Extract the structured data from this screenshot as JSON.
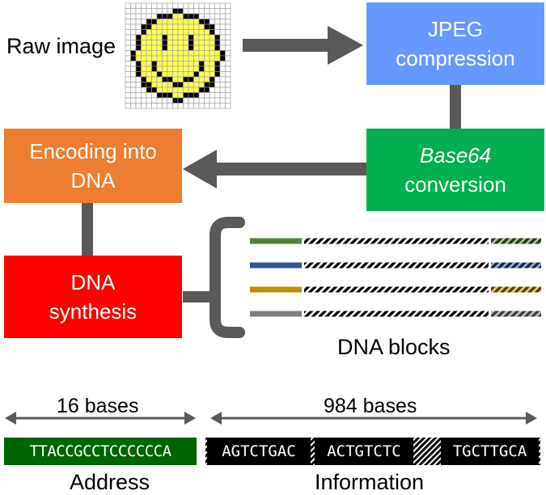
{
  "raw_image": {
    "label": "Raw image",
    "icon": "smiley-pixel-icon"
  },
  "nodes": {
    "jpeg": {
      "line1": "JPEG",
      "line2": "compression",
      "color": "#6699ff"
    },
    "base64": {
      "line1": "Base64",
      "line2": "conversion",
      "color": "#00b050"
    },
    "encoding": {
      "line1": "Encoding into",
      "line2": "DNA",
      "color": "#ed7d31"
    },
    "synthesis": {
      "line1": "DNA",
      "line2": "synthesis",
      "color": "#ff0000"
    }
  },
  "dna_blocks": {
    "label": "DNA blocks",
    "colors": [
      "#548235",
      "#2f5597",
      "#bf9000",
      "#808080"
    ]
  },
  "address": {
    "length_label": "16 bases",
    "sequence": "TTACCGCCTCCCCCCA",
    "caption": "Address",
    "color": "#006400"
  },
  "information": {
    "length_label": "984 bases",
    "segments": [
      "AGTCTGAC",
      "ACTGTCTC",
      "TGCTTGCA"
    ],
    "caption": "Information"
  }
}
